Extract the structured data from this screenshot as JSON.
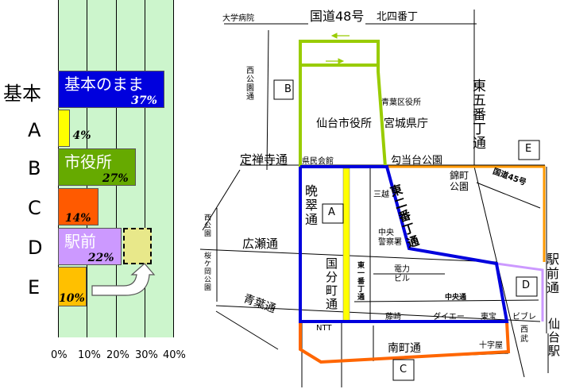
{
  "chart_data": {
    "type": "bar",
    "orientation": "horizontal",
    "categories": [
      "基本",
      "A",
      "B",
      "C",
      "D",
      "E"
    ],
    "bar_names": [
      "基本のまま",
      "",
      "市役所",
      "",
      "駅前",
      ""
    ],
    "values": [
      37,
      4,
      27,
      14,
      22,
      10
    ],
    "value_labels": [
      "37%",
      "4%",
      "27%",
      "14%",
      "22%",
      "10%"
    ],
    "colors": [
      "#0000dd",
      "#ffff00",
      "#66aa00",
      "#ff5a00",
      "#cc99ff",
      "#ffc000"
    ],
    "xlim": [
      0,
      40
    ],
    "x_ticks": [
      "0%",
      "10%",
      "20%",
      "30%",
      "40%"
    ],
    "grid": true
  },
  "map": {
    "roads": {
      "route48": "国道48号",
      "kitayonbancho": "北四番丁",
      "daigaku_byoin": "大学病院",
      "nishikoen": "西公園通",
      "jozenji": "定禅寺通",
      "kenmin_kaikan": "県民会館",
      "kotodai_koen": "勾当台公園",
      "higashigobancho": "東五番丁通",
      "bansui": "晩翠通",
      "higashinibancho": "東二番丁通",
      "route45": "国道45号",
      "nishikicho_koen": "錦町\n公園",
      "hirose": "広瀬通",
      "nishi_koen": "西\n公\n園",
      "sakuragaoka_koen": "桜\nケ\n岡\n公\n園",
      "kokubuncho": "国\n分\n町\n通",
      "higashiichibancho": "東\n一\n番\n丁\n通",
      "ekimae": "駅\n前\n通",
      "aoba": "青葉通",
      "chuo": "中央通",
      "minamimachi": "南町通",
      "sendai_eki": "仙\n台\n駅"
    },
    "landmarks": {
      "aoba_kuyakusho": "青葉区役所",
      "shiyakusho": "仙台市役所",
      "kencho": "宮城県庁",
      "mitsukoshi": "三越",
      "chuo_keisatsu": "中央\n警察署",
      "denryoku_building": "電力\nビル",
      "fujisaki": "藤崎",
      "daiei": "ダイエー",
      "toho": "東宝",
      "vivre": "ビブレ",
      "nishi_bu": "西\n武",
      "jujiya": "十字屋",
      "ntt": "NTT"
    },
    "route_markers": [
      "A",
      "B",
      "C",
      "D",
      "E"
    ],
    "route_colors": {
      "basic": "#0000dd",
      "A": "#ffff00",
      "B": "#99cc00",
      "C": "#ff6600",
      "D": "#cc99ff",
      "E": "#ff9900"
    }
  }
}
